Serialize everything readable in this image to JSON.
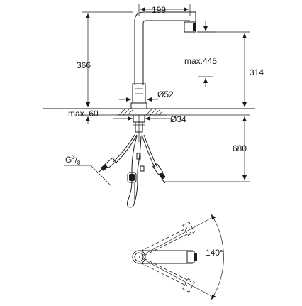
{
  "dimensions": {
    "spout_reach": "199",
    "spout_height": "366",
    "max_pullout": "max.445",
    "height_above_deck": "314",
    "body_diameter": "Ø52",
    "max_deck_thickness": "max. 60",
    "hole_diameter": "Ø34",
    "length_below_deck": "680",
    "connection_thread_base": "G",
    "connection_thread_num": "3",
    "connection_thread_den": "8",
    "swivel_angle": "140°"
  }
}
